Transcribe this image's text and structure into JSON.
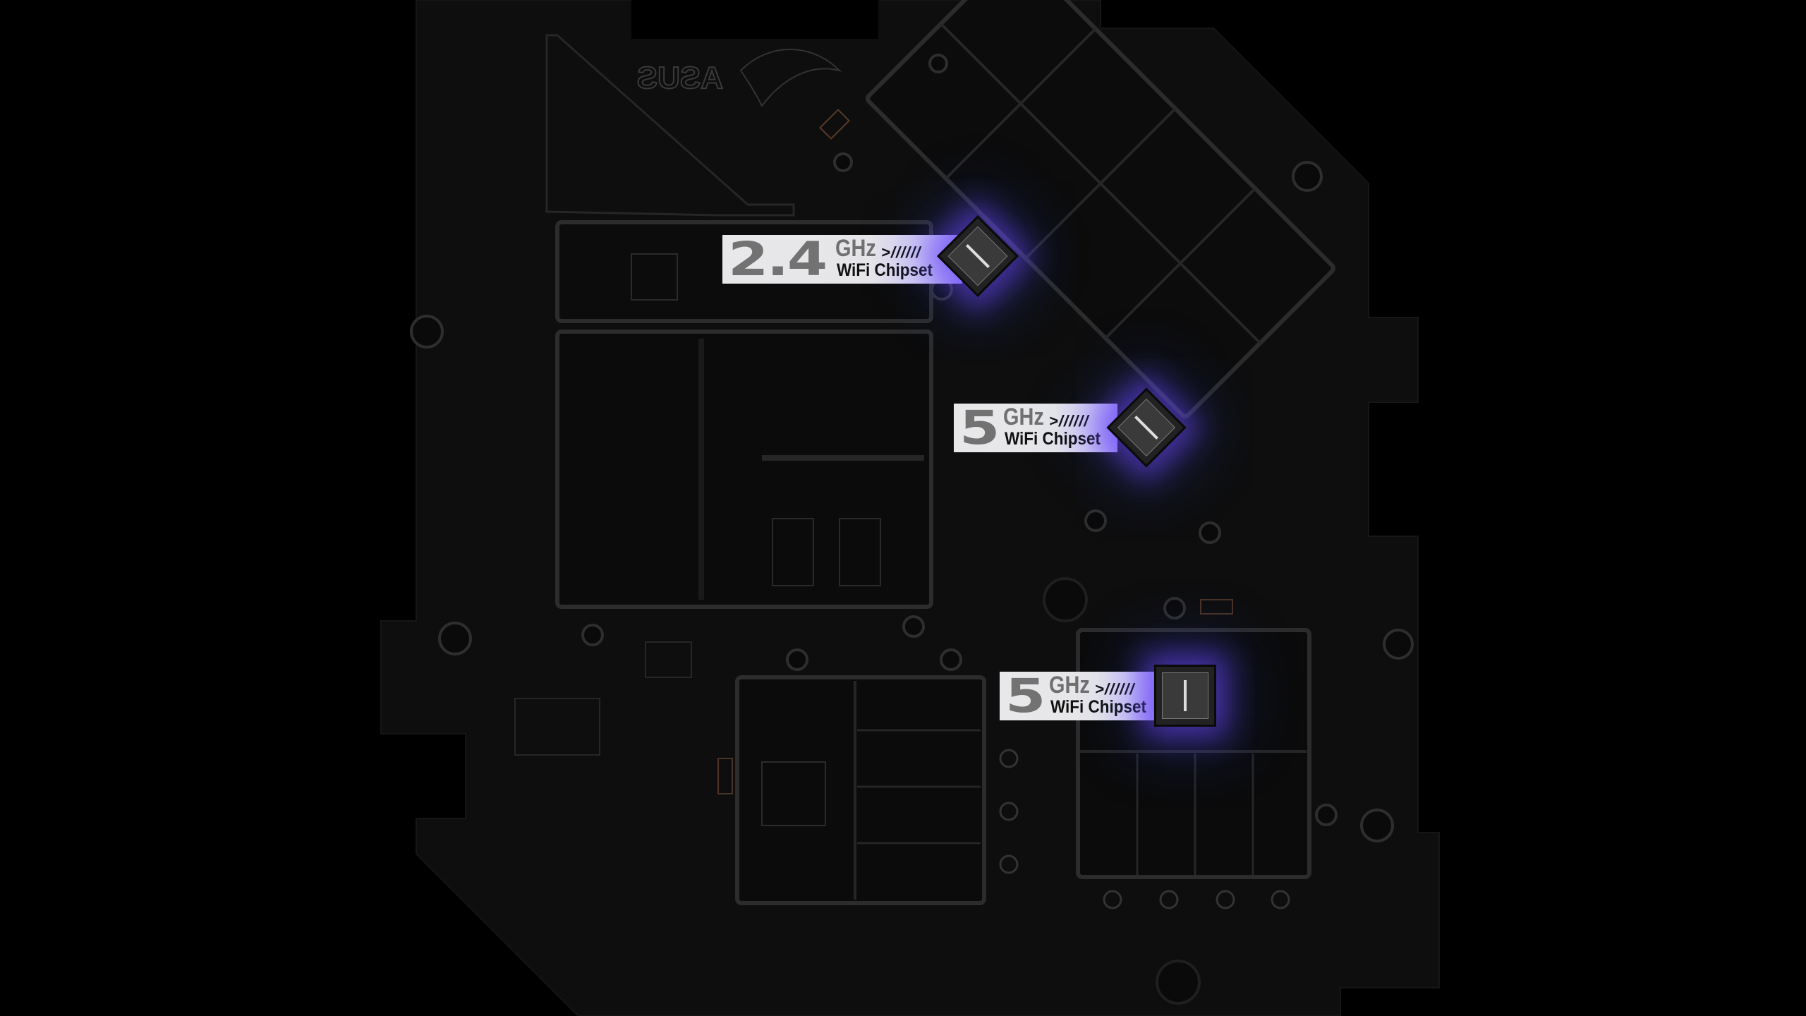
{
  "scene": {
    "description": "ASUS ROG router PCB with highlighted WiFi chipsets",
    "brand_silkscreen": "ASUS",
    "colors": {
      "background": "#000000",
      "board": "#0e0e0e",
      "shield_outline": "#2c2c2c",
      "label_bg": "#e8e8ea",
      "label_accent": "#a98ff0",
      "glow": "#6e46ff",
      "number_gray": "#727272",
      "text_dark": "#111111"
    }
  },
  "chipsets": [
    {
      "band_number": "2.4",
      "unit": "GHz",
      "arrow": ">//////",
      "label": "WiFi Chipset"
    },
    {
      "band_number": "5",
      "unit": "GHz",
      "arrow": ">//////",
      "label": "WiFi Chipset"
    },
    {
      "band_number": "5",
      "unit": "GHz",
      "arrow": ">//////",
      "label": "WiFi Chipset"
    }
  ]
}
